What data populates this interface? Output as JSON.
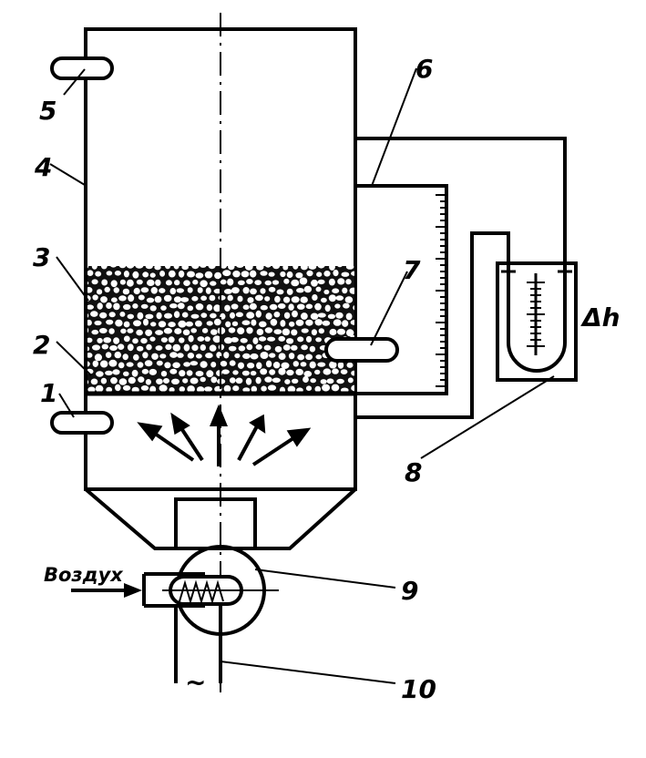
{
  "diagram": {
    "labels": {
      "l1": "1",
      "l2": "2",
      "l3": "3",
      "l4": "4",
      "l5": "5",
      "l6": "6",
      "l7": "7",
      "l8": "8",
      "l9": "9",
      "l10": "10",
      "delta_h": "Δh",
      "air_inlet": "Воздух",
      "ac_symbol": "~"
    },
    "colors": {
      "ink": "#000000",
      "paper": "#ffffff"
    }
  }
}
